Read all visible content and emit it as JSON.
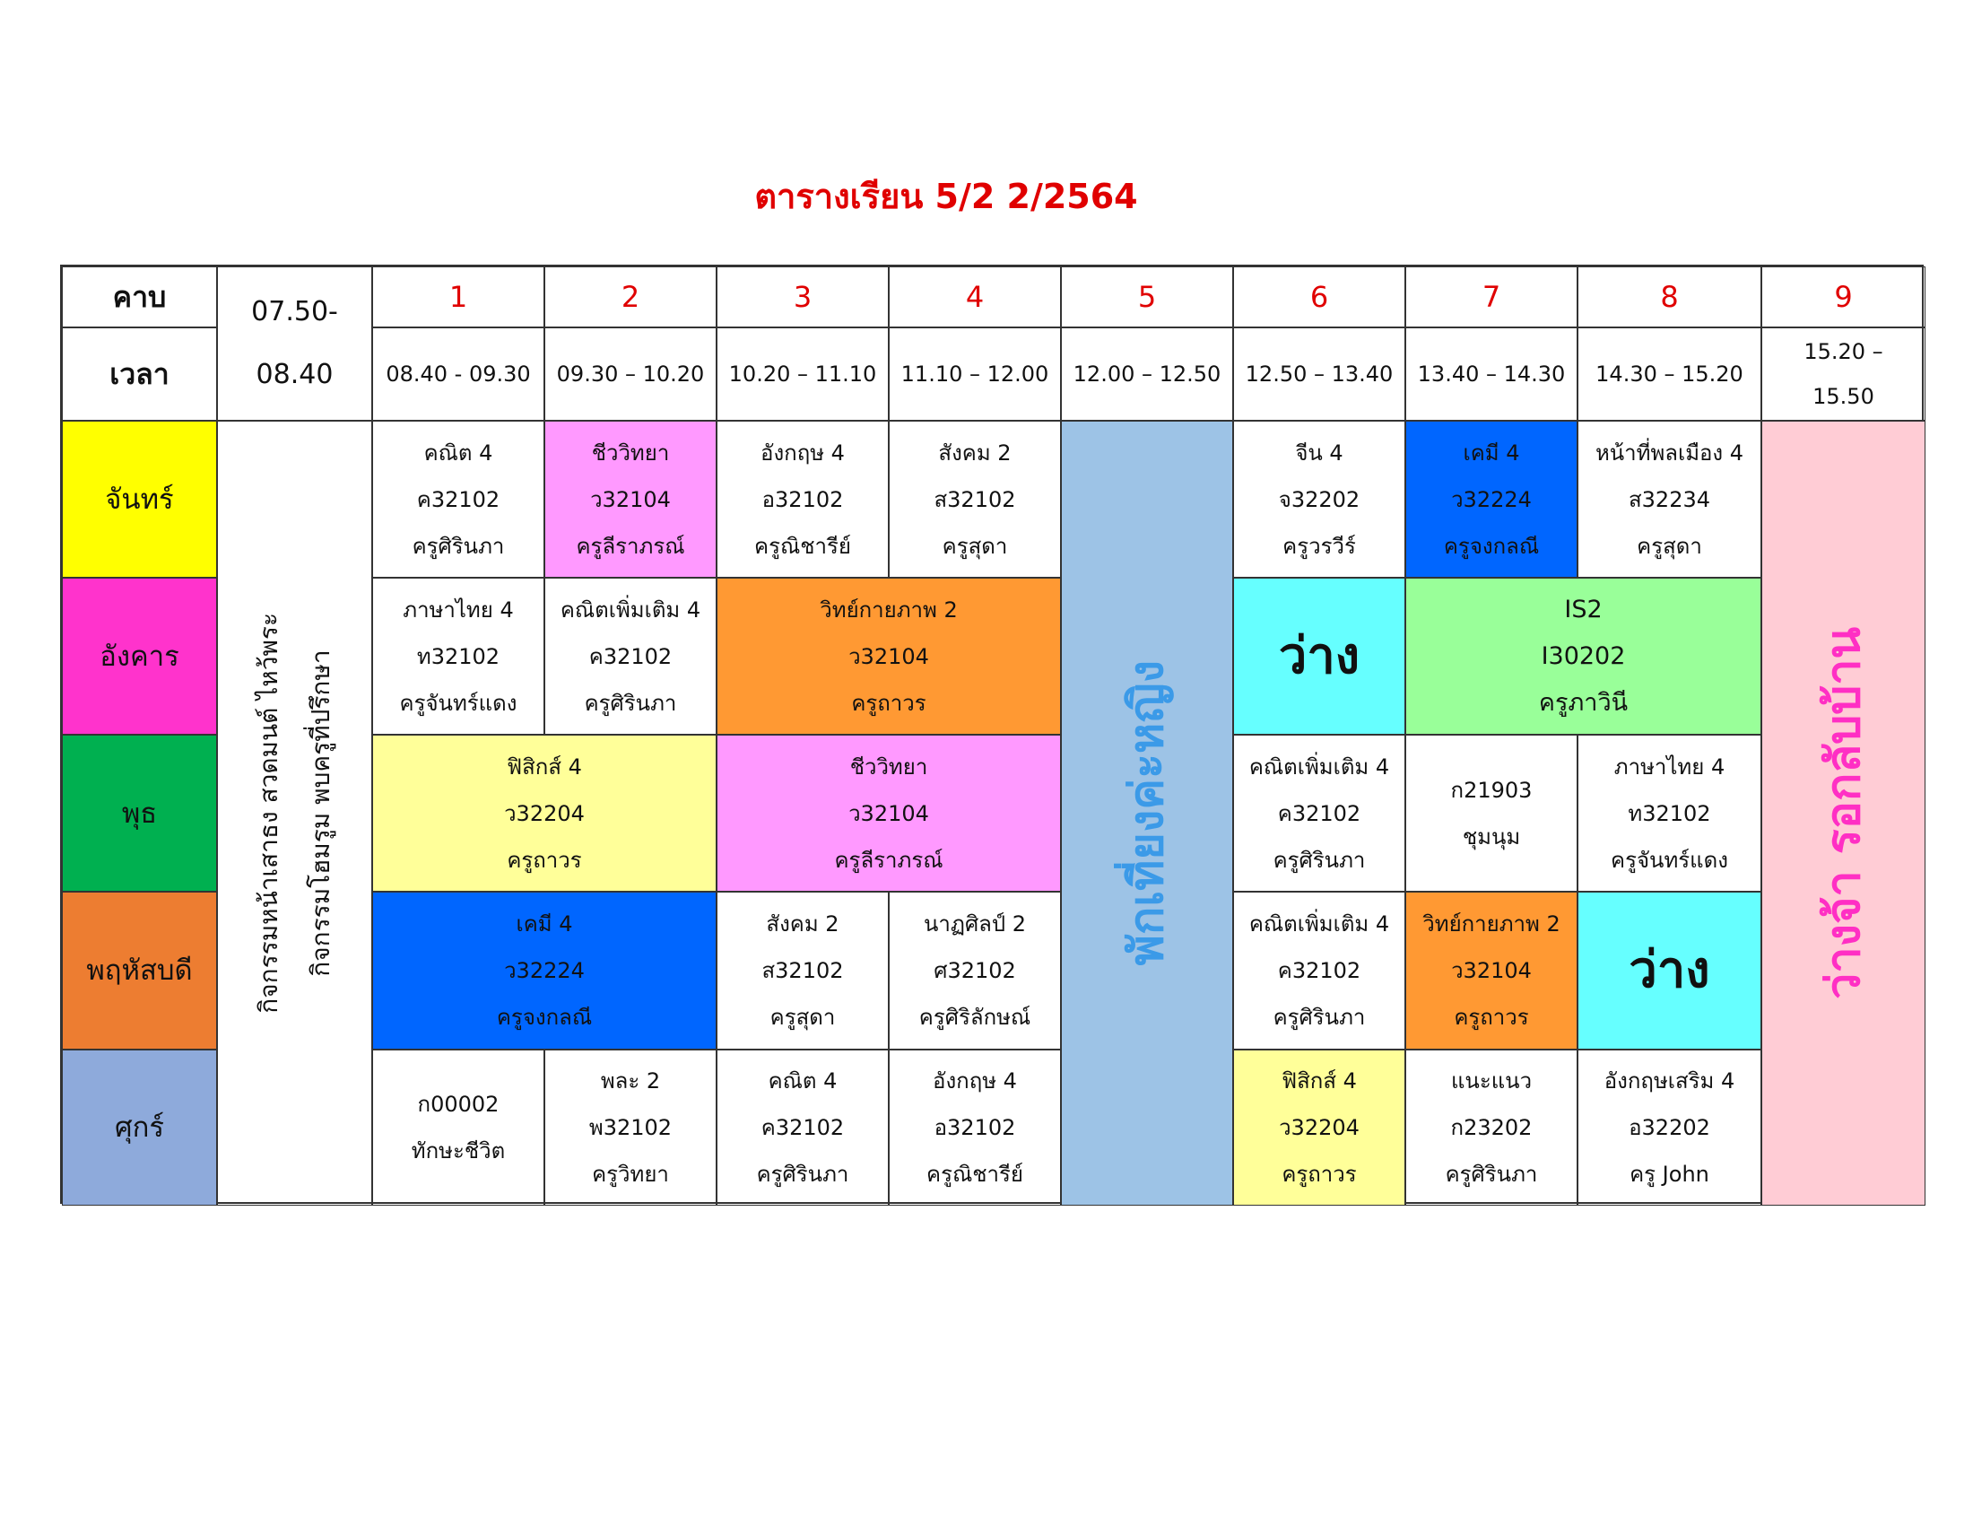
{
  "title": "ตารางเรียน 5/2 2/2564",
  "header": {
    "period_label": "คาบ",
    "time_label": "เวลา",
    "pre_time": [
      "07.50-",
      "08.40"
    ],
    "periods": [
      "1",
      "2",
      "3",
      "4",
      "5",
      "6",
      "7",
      "8",
      "9"
    ],
    "times": [
      "08.40 - 09.30",
      "09.30 – 10.20",
      "10.20 – 11.10",
      "11.10 – 12.00",
      "12.00 – 12.50",
      "12.50 – 13.40",
      "13.40 – 14.30",
      "14.30 – 15.20"
    ],
    "time9": [
      "15.20 –",
      "15.50"
    ]
  },
  "days": [
    "จันทร์",
    "อังคาร",
    "พุธ",
    "พฤหัสบดี",
    "ศุกร์"
  ],
  "day_colors": [
    "#ffff00",
    "#ff33cc",
    "#00b050",
    "#ed7d31",
    "#8eaadb"
  ],
  "morning_activity": [
    "กิจกรรมหน้าเสาธง สวดมนต์ ไหว้พระ",
    "กิจกรรมโฮมรูม พบครูที่ปรึกษา"
  ],
  "lunch": "พักเที่ยงค่ะหญิง",
  "period9": "ว่างจ้า รอกลับบ้าน",
  "colors": {
    "pink": "#ff99ff",
    "orange": "#ff9933",
    "blue": "#0066ff",
    "cyan": "#66ffff",
    "green": "#99ff99",
    "yellow": "#ffff99",
    "lunch_bg": "#9dc3e6",
    "period9_bg": "#ffccd5",
    "title": "#e00000"
  },
  "cells": {
    "mon": [
      {
        "lines": [
          "คณิต 4",
          "ค32102",
          "ครูศิรินภา"
        ]
      },
      {
        "lines": [
          "ชีววิทยา",
          "ว32104",
          "ครูลีราภรณ์"
        ]
      },
      {
        "lines": [
          "อังกฤษ 4",
          "อ32102",
          "ครูณิชารีย์"
        ]
      },
      {
        "lines": [
          "สังคม 2",
          "ส32102",
          "ครูสุดา"
        ]
      },
      {
        "lines": [
          "จีน 4",
          "จ32202",
          "ครูวรวีร์"
        ]
      },
      {
        "lines": [
          "เคมี 4",
          "ว32224",
          "ครูจงกลณี"
        ]
      },
      {
        "lines": [
          "หน้าที่พลเมือง 4",
          "ส32234",
          "ครูสุดา"
        ]
      }
    ],
    "tue": [
      {
        "lines": [
          "ภาษาไทย 4",
          "ท32102",
          "ครูจันทร์แดง"
        ]
      },
      {
        "lines": [
          "คณิตเพิ่มเติม 4",
          "ค32102",
          "ครูศิรินภา"
        ]
      },
      {
        "lines": [
          "วิทย์กายภาพ 2",
          "ว32104",
          "ครูถาวร"
        ]
      },
      {
        "lines": [
          "ว่าง"
        ]
      },
      {
        "lines": [
          "IS2",
          "I30202",
          "ครูภาวินี"
        ]
      }
    ],
    "wed": [
      {
        "lines": [
          "ฟิสิกส์ 4",
          "ว32204",
          "ครูถาวร"
        ]
      },
      {
        "lines": [
          "ชีววิทยา",
          "ว32104",
          "ครูลีราภรณ์"
        ]
      },
      {
        "lines": [
          "คณิตเพิ่มเติม 4",
          "ค32102",
          "ครูศิรินภา"
        ]
      },
      {
        "lines": [
          "ก21903",
          "ชุมนุม"
        ]
      },
      {
        "lines": [
          "ภาษาไทย 4",
          "ท32102",
          "ครูจันทร์แดง"
        ]
      }
    ],
    "thu": [
      {
        "lines": [
          "เคมี 4",
          "ว32224",
          "ครูจงกลณี"
        ]
      },
      {
        "lines": [
          "สังคม 2",
          "ส32102",
          "ครูสุดา"
        ]
      },
      {
        "lines": [
          "นาฏศิลป์ 2",
          "ศ32102",
          "ครูศิริลักษณ์"
        ]
      },
      {
        "lines": [
          "คณิตเพิ่มเติม 4",
          "ค32102",
          "ครูศิรินภา"
        ]
      },
      {
        "lines": [
          "วิทย์กายภาพ 2",
          "ว32104",
          "ครูถาวร"
        ]
      },
      {
        "lines": [
          "ว่าง"
        ]
      }
    ],
    "fri": [
      {
        "lines": [
          "ก00002",
          "ทักษะชีวิต"
        ]
      },
      {
        "lines": [
          "พละ 2",
          "พ32102",
          "ครูวิทยา"
        ]
      },
      {
        "lines": [
          "คณิต 4",
          "ค32102",
          "ครูศิรินภา"
        ]
      },
      {
        "lines": [
          "อังกฤษ 4",
          "อ32102",
          "ครูณิชารีย์"
        ]
      },
      {
        "lines": [
          "ฟิสิกส์ 4",
          "ว32204",
          "ครูถาวร"
        ]
      },
      {
        "lines": [
          "แนะแนว",
          "ก23202",
          "ครูศิรินภา"
        ]
      },
      {
        "lines": [
          "อังกฤษเสริม 4",
          "อ32202",
          "ครู John"
        ]
      }
    ]
  }
}
